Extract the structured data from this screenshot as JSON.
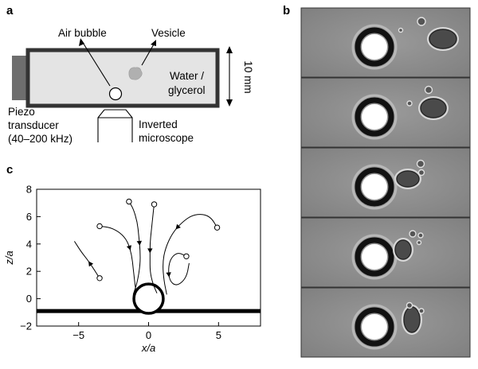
{
  "panels": {
    "a": {
      "letter": "a",
      "labels": {
        "air_bubble": "Air bubble",
        "vesicle": "Vesicle",
        "water": "Water /",
        "glycerol": "glycerol",
        "height": "10 mm",
        "piezo1": "Piezo",
        "piezo2": "transducer",
        "piezo3": "(40–200 kHz)",
        "microscope1": "Inverted",
        "microscope2": "microscope"
      }
    },
    "b": {
      "letter": "b",
      "frame_count": 5
    },
    "c": {
      "letter": "c"
    }
  },
  "colors": {
    "chamber_border": "#333333",
    "chamber_fill": "#e4e4e4",
    "transducer": "#6e6e6e",
    "vesicle": "#b0b0b0",
    "micrograph_bg": "#8a8a8a"
  },
  "chart_data": {
    "type": "line",
    "xlabel": "x/a",
    "ylabel": "z/a",
    "xlim": [
      -8,
      8
    ],
    "ylim": [
      -2,
      8
    ],
    "xticks": [
      -5,
      0,
      5
    ],
    "yticks": [
      -2,
      0,
      2,
      4,
      6,
      8
    ],
    "grid": false,
    "wall_z": -0.9,
    "bubble": {
      "x": 0,
      "z": 0,
      "r": 1
    },
    "series": [
      {
        "start": [
          -3.5,
          1.5
        ],
        "points": [
          [
            -3.5,
            1.5
          ],
          [
            -4.0,
            2.3
          ],
          [
            -4.4,
            2.9
          ],
          [
            -4.8,
            3.4
          ],
          [
            -5.3,
            4.2
          ]
        ]
      },
      {
        "start": [
          -3.5,
          5.3
        ],
        "points": [
          [
            -3.5,
            5.3
          ],
          [
            -2.7,
            5.2
          ],
          [
            -2.0,
            4.8
          ],
          [
            -1.5,
            4.2
          ],
          [
            -1.2,
            3.2
          ],
          [
            -1.1,
            2.2
          ],
          [
            -1.0,
            1.3
          ],
          [
            -0.9,
            0.5
          ]
        ]
      },
      {
        "start": [
          -1.4,
          7.1
        ],
        "points": [
          [
            -1.4,
            7.1
          ],
          [
            -1.1,
            6.6
          ],
          [
            -0.8,
            5.6
          ],
          [
            -0.7,
            4.6
          ],
          [
            -0.6,
            3.5
          ],
          [
            -0.6,
            2.5
          ],
          [
            -0.8,
            1.2
          ],
          [
            -1.1,
            0.3
          ]
        ]
      },
      {
        "start": [
          0.4,
          6.9
        ],
        "points": [
          [
            0.4,
            6.9
          ],
          [
            0.3,
            6.0
          ],
          [
            0.2,
            5.0
          ],
          [
            0.1,
            4.0
          ],
          [
            0.1,
            3.0
          ],
          [
            0.1,
            2.0
          ],
          [
            0.3,
            1.1
          ],
          [
            0.6,
            0.4
          ]
        ]
      },
      {
        "start": [
          4.9,
          5.2
        ],
        "points": [
          [
            4.9,
            5.2
          ],
          [
            4.5,
            5.9
          ],
          [
            3.9,
            6.2
          ],
          [
            3.1,
            6.1
          ],
          [
            2.4,
            5.6
          ],
          [
            1.7,
            4.8
          ],
          [
            1.2,
            3.7
          ],
          [
            1.0,
            2.6
          ],
          [
            1.1,
            1.3
          ],
          [
            1.3,
            0.3
          ]
        ]
      },
      {
        "start": [
          2.7,
          3.1
        ],
        "points": [
          [
            2.7,
            3.1
          ],
          [
            2.1,
            3.4
          ],
          [
            1.6,
            3.0
          ],
          [
            1.4,
            2.2
          ],
          [
            1.5,
            1.3
          ],
          [
            2.0,
            0.9
          ],
          [
            2.7,
            1.5
          ],
          [
            2.9,
            2.6
          ]
        ]
      }
    ]
  }
}
